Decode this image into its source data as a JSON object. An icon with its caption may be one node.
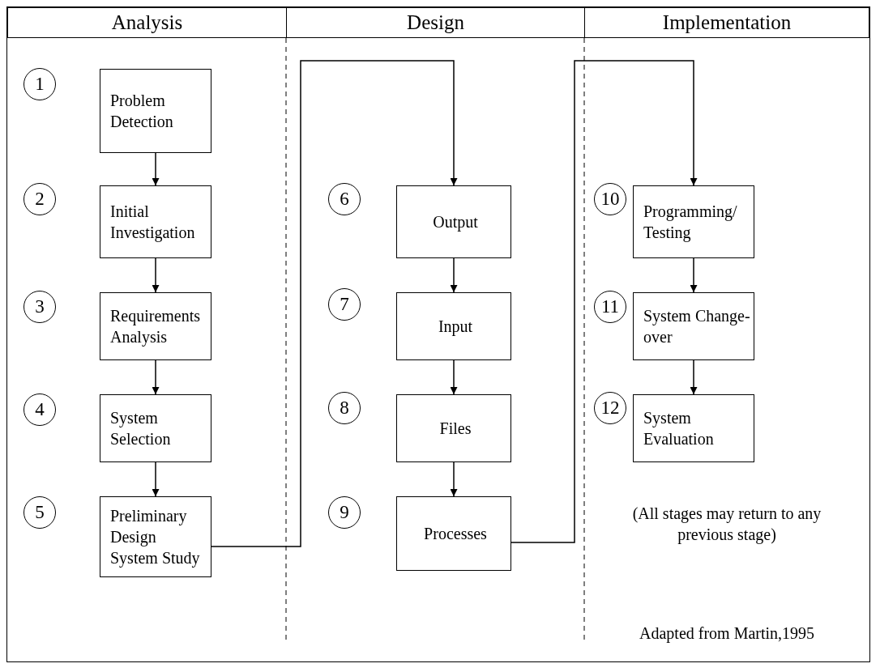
{
  "diagram": {
    "nodes": [
      {
        "text": [
          "Analysis"
        ]
      },
      {
        "text": [
          "Design"
        ]
      },
      {
        "text": [
          "Implementation"
        ]
      },
      {
        "text": [
          "1"
        ]
      },
      {
        "text": [
          "Problem Detection"
        ]
      },
      {
        "text": [
          "2"
        ]
      },
      {
        "text": [
          "Initial Investigation"
        ]
      },
      {
        "text": [
          "3"
        ]
      },
      {
        "text": [
          "Requirements Analysis"
        ]
      },
      {
        "text": [
          "4"
        ]
      },
      {
        "text": [
          "System Selection"
        ]
      },
      {
        "text": [
          "5"
        ]
      },
      {
        "text": [
          "Preliminary Design System Study"
        ]
      },
      {
        "text": [
          "6"
        ]
      },
      {
        "text": [
          "Output"
        ]
      },
      {
        "text": [
          "7"
        ]
      },
      {
        "text": [
          "Input"
        ]
      },
      {
        "text": [
          "8"
        ]
      },
      {
        "text": [
          "Files"
        ]
      },
      {
        "text": [
          "9"
        ]
      },
      {
        "text": [
          "Processes"
        ]
      },
      {
        "text": [
          "10"
        ]
      },
      {
        "text": [
          "Programming/ Testing"
        ]
      },
      {
        "text": [
          "11"
        ]
      },
      {
        "text": [
          "System Change-over"
        ]
      },
      {
        "text": [
          "12"
        ]
      },
      {
        "text": [
          "System Evaluation"
        ]
      }
    ],
    "edges": [
      {
        "from": 4,
        "to": 6,
        "arrow": "to"
      },
      {
        "from": 6,
        "to": 8,
        "arrow": "to"
      },
      {
        "from": 8,
        "to": 10,
        "arrow": "to"
      },
      {
        "from": 10,
        "to": 12,
        "arrow": "to"
      },
      {
        "from": 12,
        "to": 14,
        "arrow": "to"
      },
      {
        "from": 14,
        "to": 16,
        "arrow": "to"
      },
      {
        "from": 16,
        "to": 18,
        "arrow": "to"
      },
      {
        "from": 18,
        "to": 20,
        "arrow": "to"
      },
      {
        "from": 20,
        "to": 22,
        "arrow": "to"
      },
      {
        "from": 22,
        "to": 24,
        "arrow": "to"
      },
      {
        "from": 24,
        "to": 26,
        "arrow": "to"
      }
    ],
    "labels": [
      "(All stages may return to any previous stage)",
      "Adapted from Martin,1995"
    ]
  }
}
